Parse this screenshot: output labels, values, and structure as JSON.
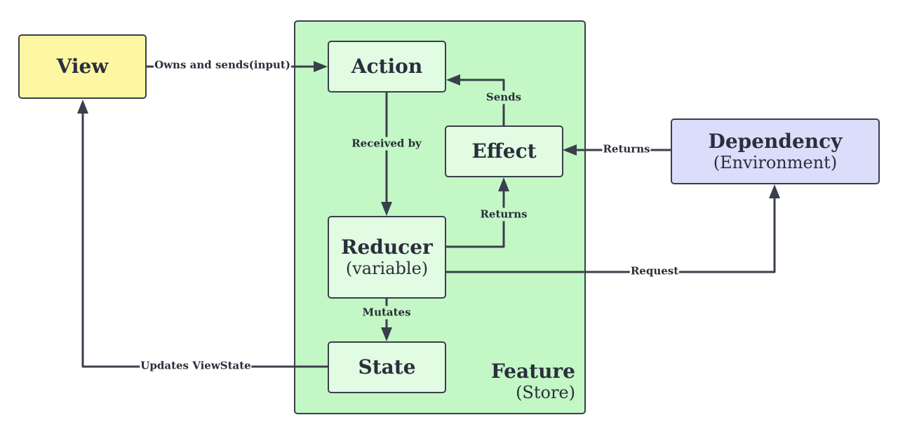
{
  "nodes": {
    "view": {
      "title": "View"
    },
    "action": {
      "title": "Action"
    },
    "effect": {
      "title": "Effect"
    },
    "reducer": {
      "title": "Reducer",
      "subtitle": "(variable)"
    },
    "state": {
      "title": "State"
    },
    "dependency": {
      "title": "Dependency",
      "subtitle": "(Environment)"
    },
    "feature": {
      "title": "Feature",
      "subtitle": "(Store)"
    }
  },
  "edges": {
    "view_to_action": "Owns and sends(input)",
    "action_to_reducer": "Received by",
    "effect_to_action": "Sends",
    "reducer_to_effect": "Returns",
    "dependency_to_effect": "Returns",
    "reducer_to_dependency": "Request",
    "reducer_to_state": "Mutates",
    "state_to_view": "Updates ViewState"
  },
  "colors": {
    "view_fill": "#fdf7a3",
    "store_fill": "#c4f7c6",
    "inner_fill": "#e2fbe3",
    "dependency_fill": "#dcdcfb",
    "stroke": "#3a3f4b"
  }
}
